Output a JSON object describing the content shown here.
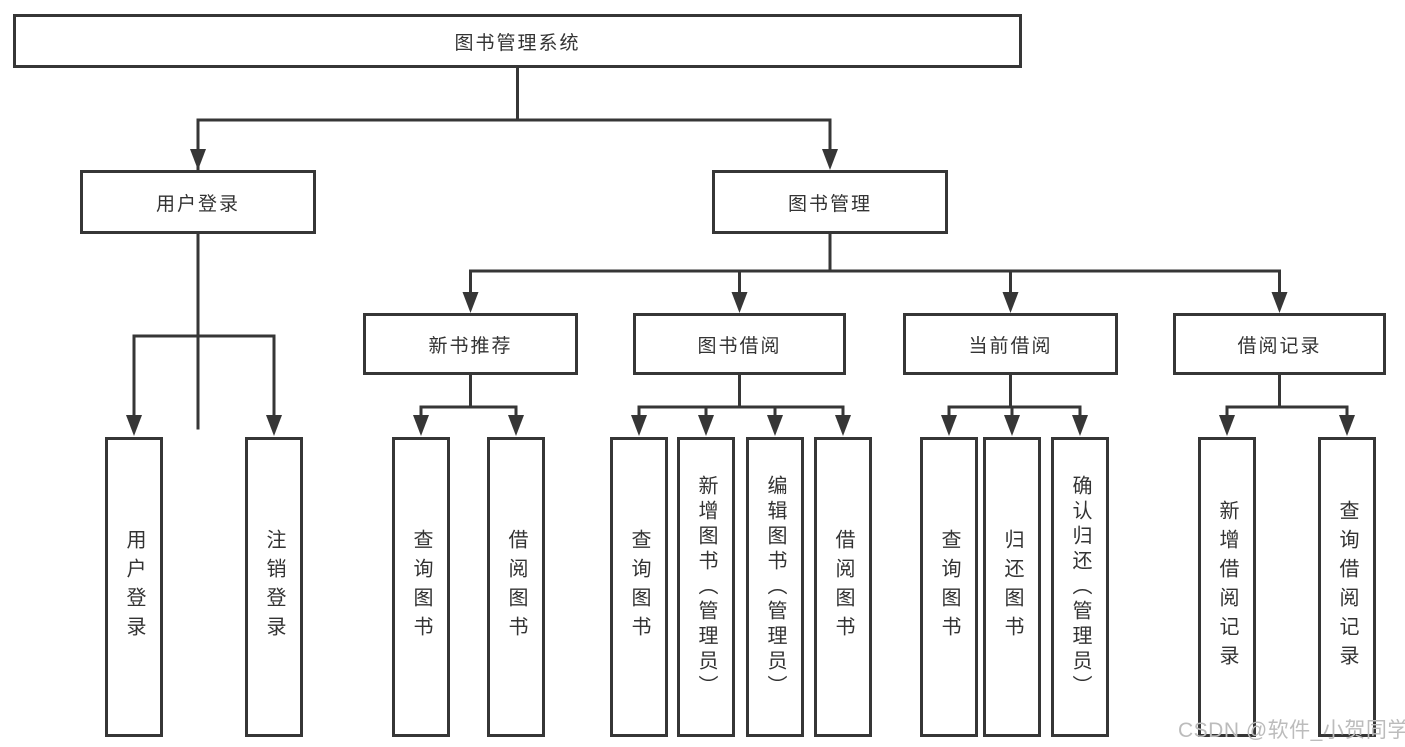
{
  "diagram": {
    "type": "hierarchy-tree",
    "colors": {
      "line": "#363636",
      "border": "#363636",
      "text": "#333333",
      "background": "#ffffff",
      "watermark": "#bcbcbc"
    },
    "nodes": {
      "root": {
        "label": "图书管理系统"
      },
      "level2": [
        {
          "label": "用户登录"
        },
        {
          "label": "图书管理"
        }
      ],
      "level3": [
        {
          "label": "新书推荐"
        },
        {
          "label": "图书借阅"
        },
        {
          "label": "当前借阅"
        },
        {
          "label": "借阅记录"
        }
      ],
      "leaves": {
        "user_login": [
          "用户登录",
          "注销登录"
        ],
        "new_book": [
          "查询图书",
          "借阅图书"
        ],
        "book_borrow": [
          "查询图书",
          "新增图书（管理员）",
          "编辑图书（管理员）",
          "借阅图书"
        ],
        "current_borrow": [
          "查询图书",
          "归还图书",
          "确认归还（管理员）"
        ],
        "borrow_record": [
          "新增借阅记录",
          "查询借阅记录"
        ]
      }
    },
    "watermark": "CSDN @软件_小贺同学"
  }
}
